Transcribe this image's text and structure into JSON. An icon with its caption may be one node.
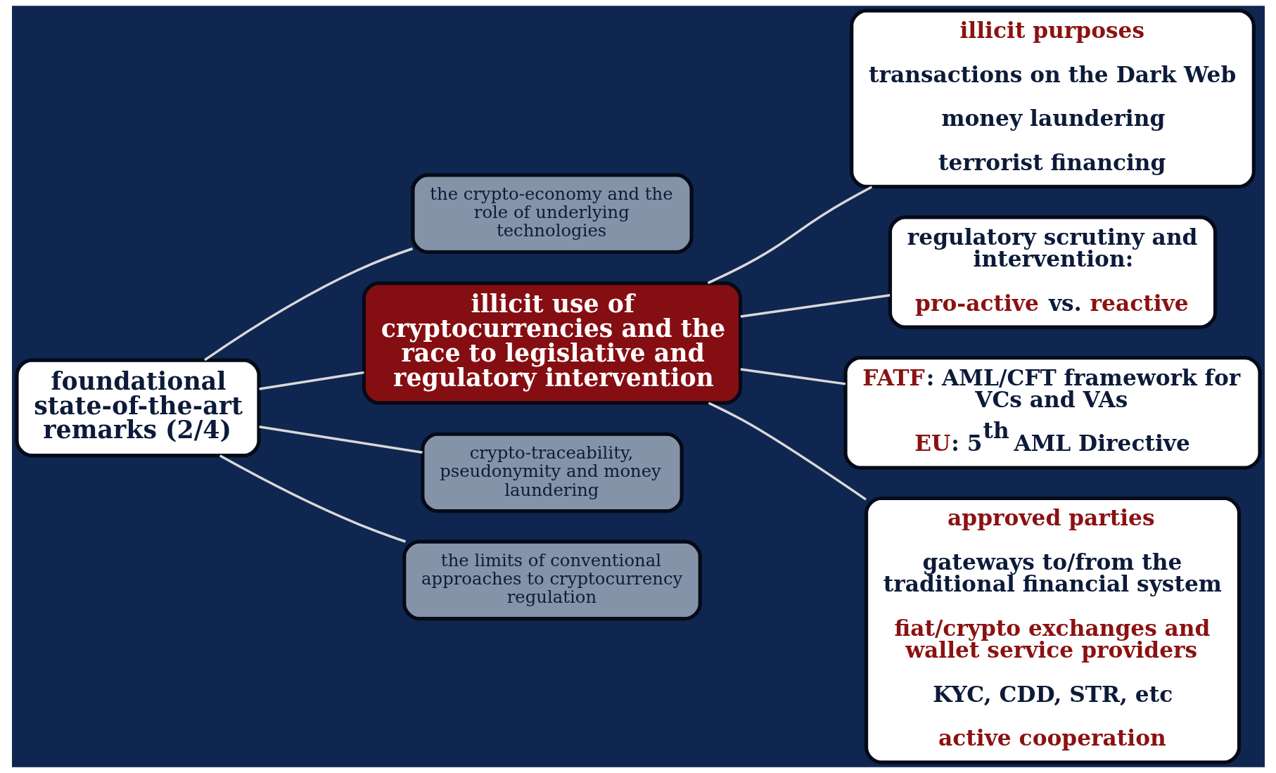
{
  "diagram": {
    "nodes": [
      {
        "text": [
          "foundational state-of-the-art remarks (2/4)"
        ]
      },
      {
        "text": [
          "the crypto-economy and the role of underlying technologies"
        ]
      },
      {
        "text": [
          "illicit use of cryptocurrencies and the race to legislative and regulatory intervention"
        ]
      },
      {
        "text": [
          "crypto-traceability, pseudonymity and money laundering"
        ]
      },
      {
        "text": [
          "the limits of conventional approaches to cryptocurrency regulation"
        ]
      },
      {
        "text": [
          "illicit purposes",
          "transactions on the Dark Web",
          "money laundering",
          "terrorist financing"
        ]
      },
      {
        "text": [
          "regulatory scrutiny and intervention:",
          "pro-active vs. reactive"
        ]
      },
      {
        "text": [
          "FATF: AML/CFT framework for VCs and VAs",
          "EU: 5$^{th}$ AML Directive"
        ]
      },
      {
        "text": [
          "approved parties",
          "gateways to/from the traditional financial system",
          "fiat/crypto exchanges and wallet service providers",
          "KYC, CDD, STR, etc",
          "active cooperation"
        ]
      }
    ],
    "edges": [
      {
        "from": 0,
        "to": 1,
        "arrow": "none"
      },
      {
        "from": 0,
        "to": 2,
        "arrow": "none"
      },
      {
        "from": 0,
        "to": 3,
        "arrow": "none"
      },
      {
        "from": 0,
        "to": 4,
        "arrow": "none"
      },
      {
        "from": 2,
        "to": 5,
        "arrow": "none"
      },
      {
        "from": 2,
        "to": 6,
        "arrow": "none"
      },
      {
        "from": 2,
        "to": 7,
        "arrow": "none"
      },
      {
        "from": 2,
        "to": 8,
        "arrow": "none"
      }
    ]
  }
}
